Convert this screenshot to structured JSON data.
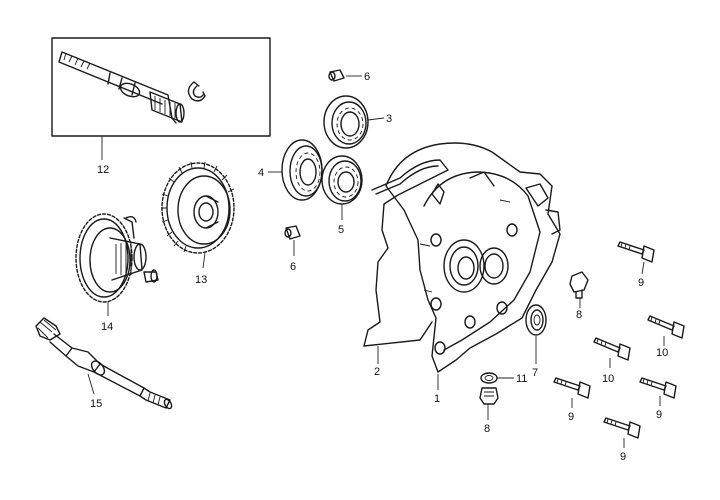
{
  "diagram": {
    "parts": {
      "p1": "1",
      "p2": "2",
      "p3": "3",
      "p4": "4",
      "p5": "5",
      "p6a": "6",
      "p6b": "6",
      "p7": "7",
      "p8a": "8",
      "p8b": "8",
      "p9a": "9",
      "p9b": "9",
      "p9c": "9",
      "p9d": "9",
      "p10a": "10",
      "p10b": "10",
      "p11": "11",
      "p12": "12",
      "p13": "13",
      "p14": "14",
      "p15": "15"
    }
  }
}
